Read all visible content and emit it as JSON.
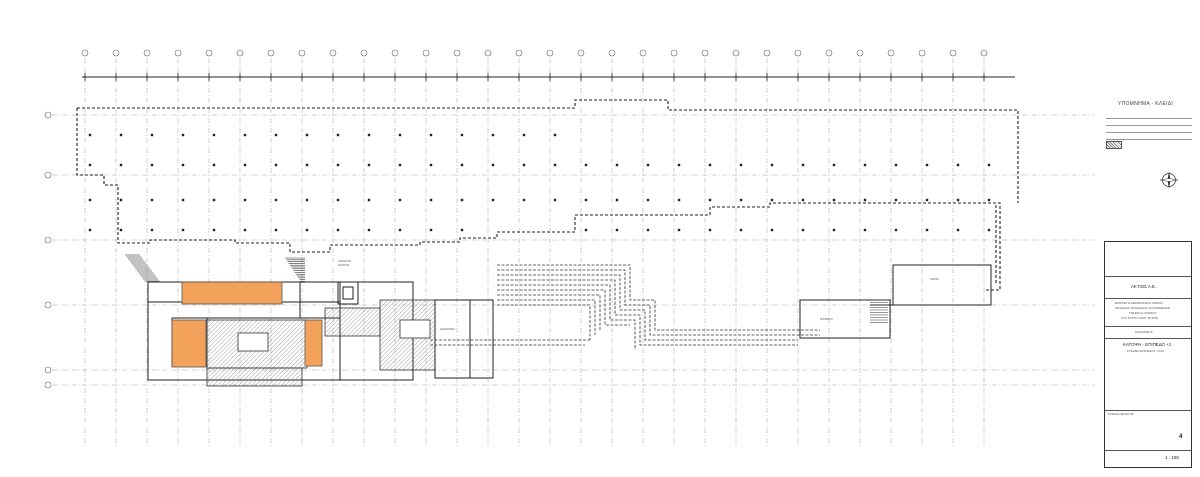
{
  "drawing": {
    "legend_title": "ΥΠΟΜΝΗΜΑ - ΚΛΕΙΔΙ",
    "client": "ΑΚΤΙΟΣ Α.Ε.",
    "sheet_title": "ΚΑΤΟΨΗ - ΕΠΙΠΕΔΟ +1",
    "sheet_subtitle": "ΣΤΑΘΜΗ ΕΠΙΠΕΔΟΥ +5.00",
    "project_status": "ΔΙΑΝΟΜΕΥΣ",
    "drawing_type": "ΣΧΕΔΙΑ ΜΕΛΕΤΗΣ",
    "sheet_number": "4",
    "scale": "1 : 100",
    "project_lines": [
      "ΕΠΙΣΚΕΥΗ ΔΙΑΜΟΡΦΩΣΗ ΧΩΡΩΝ",
      "ΜΟΝΑΔΑΣ ΝΟΣΗΛΕΙΑΣ ΗΛΙΚΙΩΜΕΝΩΝ",
      "ΤΜΗΜΑ Ε ΟΡΟΦΟΥ",
      "ΣΤΟ ΚΤΙΡΙΟ ΟΔΟΥ ΒΥΡΩΝ"
    ]
  },
  "colors": {
    "linework": "#333333",
    "grid": "#9a9a9a",
    "highlight": "#f2a25a",
    "hatch": "#777777"
  },
  "icons": {
    "north_arrow": "north-arrow-icon"
  }
}
